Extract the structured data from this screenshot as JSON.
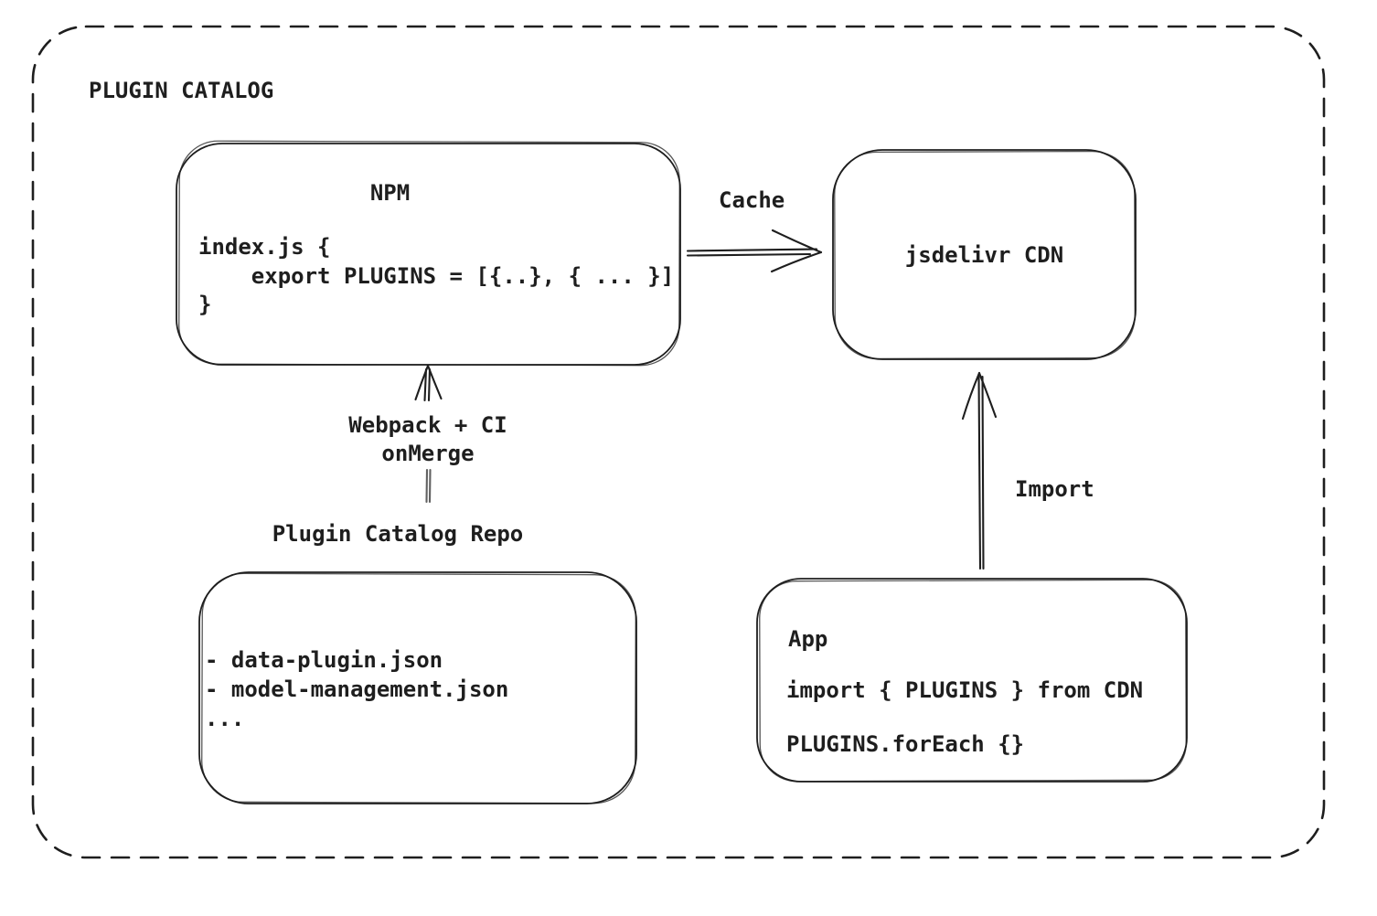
{
  "colors": {
    "ink": "#1e1e1e",
    "background": "#ffffff"
  },
  "diagram": {
    "title": "PLUGIN CATALOG",
    "nodes": {
      "npm": {
        "title": "NPM",
        "code": [
          "index.js {",
          "    export PLUGINS = [{..}, { ... }]",
          "}"
        ]
      },
      "cdn": {
        "title": "jsdelivr CDN"
      },
      "repo": {
        "label": "Plugin Catalog Repo",
        "files": [
          "- data-plugin.json",
          "- model-management.json",
          "..."
        ]
      },
      "app": {
        "title": "App",
        "code_import": "import { PLUGINS } from CDN",
        "code_foreach": "PLUGINS.forEach {}"
      }
    },
    "edges": {
      "cache": {
        "label": "Cache"
      },
      "build": {
        "label": [
          "Webpack + CI",
          "onMerge"
        ]
      },
      "import": {
        "label": "Import"
      }
    }
  }
}
